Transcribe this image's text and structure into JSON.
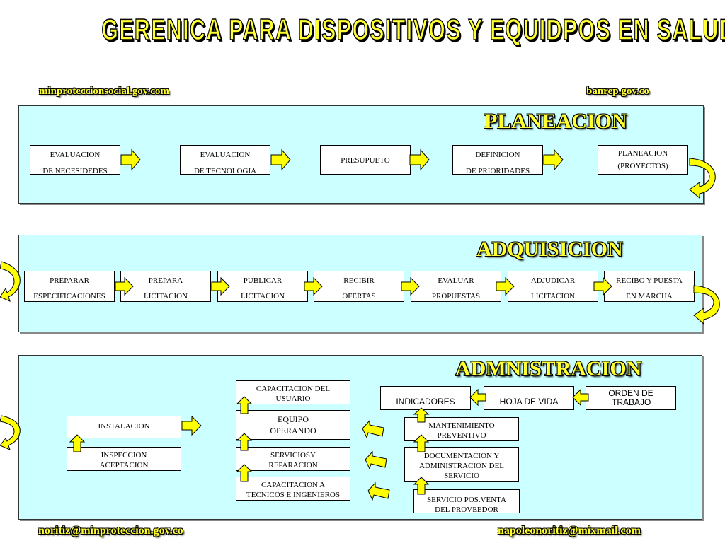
{
  "title": "GERENICA PARA DISPOSITIVOS Y EQUIDPOS EN SALUD",
  "links": {
    "top_left": "minproteccionsocial.gov.com",
    "top_right": "banrep.gov.co",
    "bottom_left": "noritiz@minproteccion.gov.co",
    "bottom_right": "napoleonoritiz@mixmail.com"
  },
  "planeacion": {
    "title": "PLANEACION",
    "boxes": [
      {
        "l1": "EVALUACION",
        "l2": "DE NECESIDEDES"
      },
      {
        "l1": "EVALUACION",
        "l2": "DE TECNOLOGIA"
      },
      {
        "l1": "PRESUPUETO",
        "l2": ""
      },
      {
        "l1": "DEFINICION",
        "l2": "DE PRIORIDADES"
      },
      {
        "l1": "PLANEACION",
        "l2": "(PROYECTOS)"
      }
    ]
  },
  "adquisicion": {
    "title": "ADQUISICION",
    "boxes": [
      {
        "l1": "PREPARAR",
        "l2": "ESPECIFICACIONES"
      },
      {
        "l1": "PREPARA",
        "l2": "LICITACION"
      },
      {
        "l1": "PUBLICAR",
        "l2": "LICITACION"
      },
      {
        "l1": "RECIBIR",
        "l2": "OFERTAS"
      },
      {
        "l1": "EVALUAR",
        "l2": "PROPUESTAS"
      },
      {
        "l1": "ADJUDICAR",
        "l2": "LICITACION"
      },
      {
        "l1": "RECIBO Y PUESTA",
        "l2": "EN MARCHA"
      }
    ]
  },
  "administracion": {
    "title": "ADMNISTRACION",
    "instalacion": "INSTALACION",
    "inspeccion": {
      "l1": "INSPECCION",
      "l2": "ACEPTACION"
    },
    "cap_usuario": {
      "l1": "CAPACITACION DEL",
      "l2": "USUARIO"
    },
    "equipo": {
      "l1": "EQUIPO",
      "l2": "OPERANDO"
    },
    "servicios": {
      "l1": "SERVICIOSY",
      "l2": "REPARACION"
    },
    "cap_tecnicos": {
      "l1": "CAPACITACION A",
      "l2": "TECNICOS E INGENIEROS"
    },
    "indicadores": "INDICADORES",
    "hoja_vida": "HOJA DE VIDA",
    "orden": {
      "l1": "ORDEN DE",
      "l2": "TRABAJO"
    },
    "mantenimiento": {
      "l1": "MANTENIMIENTO",
      "l2": "PREVENTIVO"
    },
    "documentacion": {
      "l1": "DOCUMENTACION Y",
      "l2": "ADMINISTRACION DEL",
      "l3": "SERVICIO"
    },
    "posventa": {
      "l1": "SERVICIO POS.VENTA",
      "l2": "DEL PROVEEDOR"
    }
  },
  "colors": {
    "panel": "#ccffff",
    "arrow": "#ffff00",
    "accent": "#ffff33"
  }
}
